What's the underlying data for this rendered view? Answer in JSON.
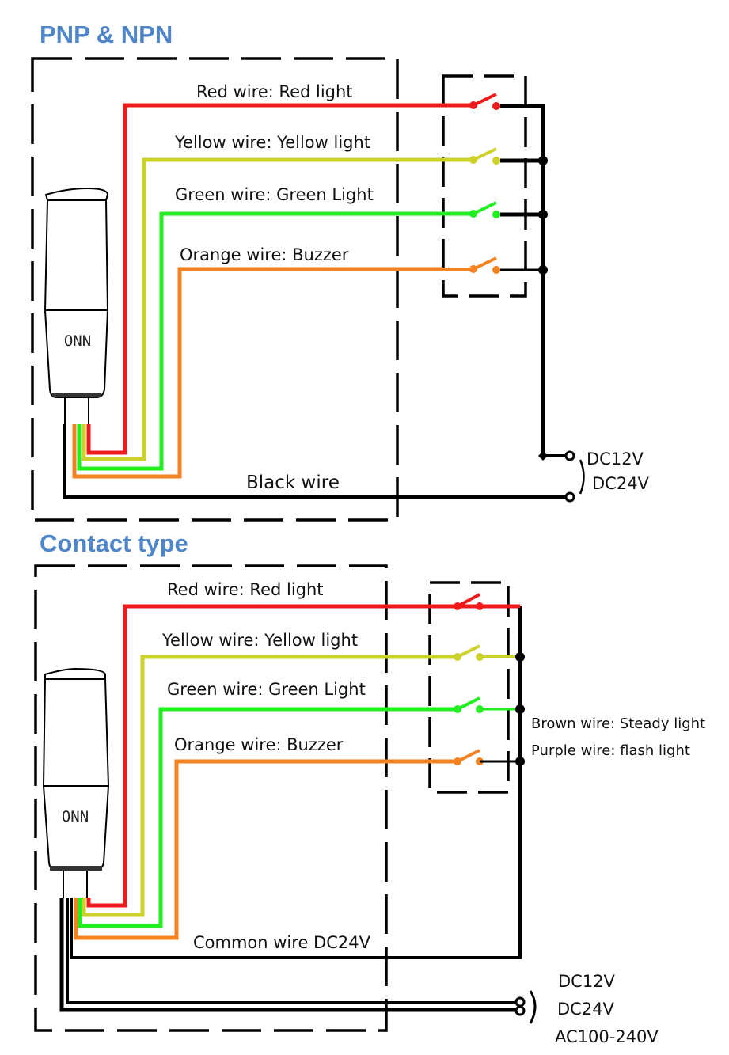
{
  "colors": {
    "title": "#4f86c9",
    "red": "#ef1b1b",
    "yellow": "#cdd22a",
    "green": "#22ee22",
    "orange": "#f58220",
    "black": "#000000"
  },
  "sections": [
    {
      "title": "PNP & NPN",
      "device_label": "ONN",
      "wires": [
        {
          "color": "red",
          "label": "Red wire: Red light"
        },
        {
          "color": "yellow",
          "label": "Yellow wire: Yellow light"
        },
        {
          "color": "green",
          "label": "Green wire: Green Light"
        },
        {
          "color": "orange",
          "label": "Orange wire: Buzzer"
        }
      ],
      "black_wire_label": "Black wire",
      "power": [
        "DC12V",
        "DC24V"
      ]
    },
    {
      "title": "Contact type",
      "device_label": "ONN",
      "wires": [
        {
          "color": "red",
          "label": "Red wire: Red light"
        },
        {
          "color": "yellow",
          "label": "Yellow wire: Yellow light"
        },
        {
          "color": "green",
          "label": "Green wire: Green Light"
        },
        {
          "color": "orange",
          "label": "Orange wire: Buzzer"
        }
      ],
      "common_wire_label": "Common wire DC24V",
      "extra_wires": [
        "Brown wire: Steady light",
        "Purple wire: flash light"
      ],
      "power": [
        "DC12V",
        "DC24V",
        "AC100-240V"
      ]
    }
  ]
}
